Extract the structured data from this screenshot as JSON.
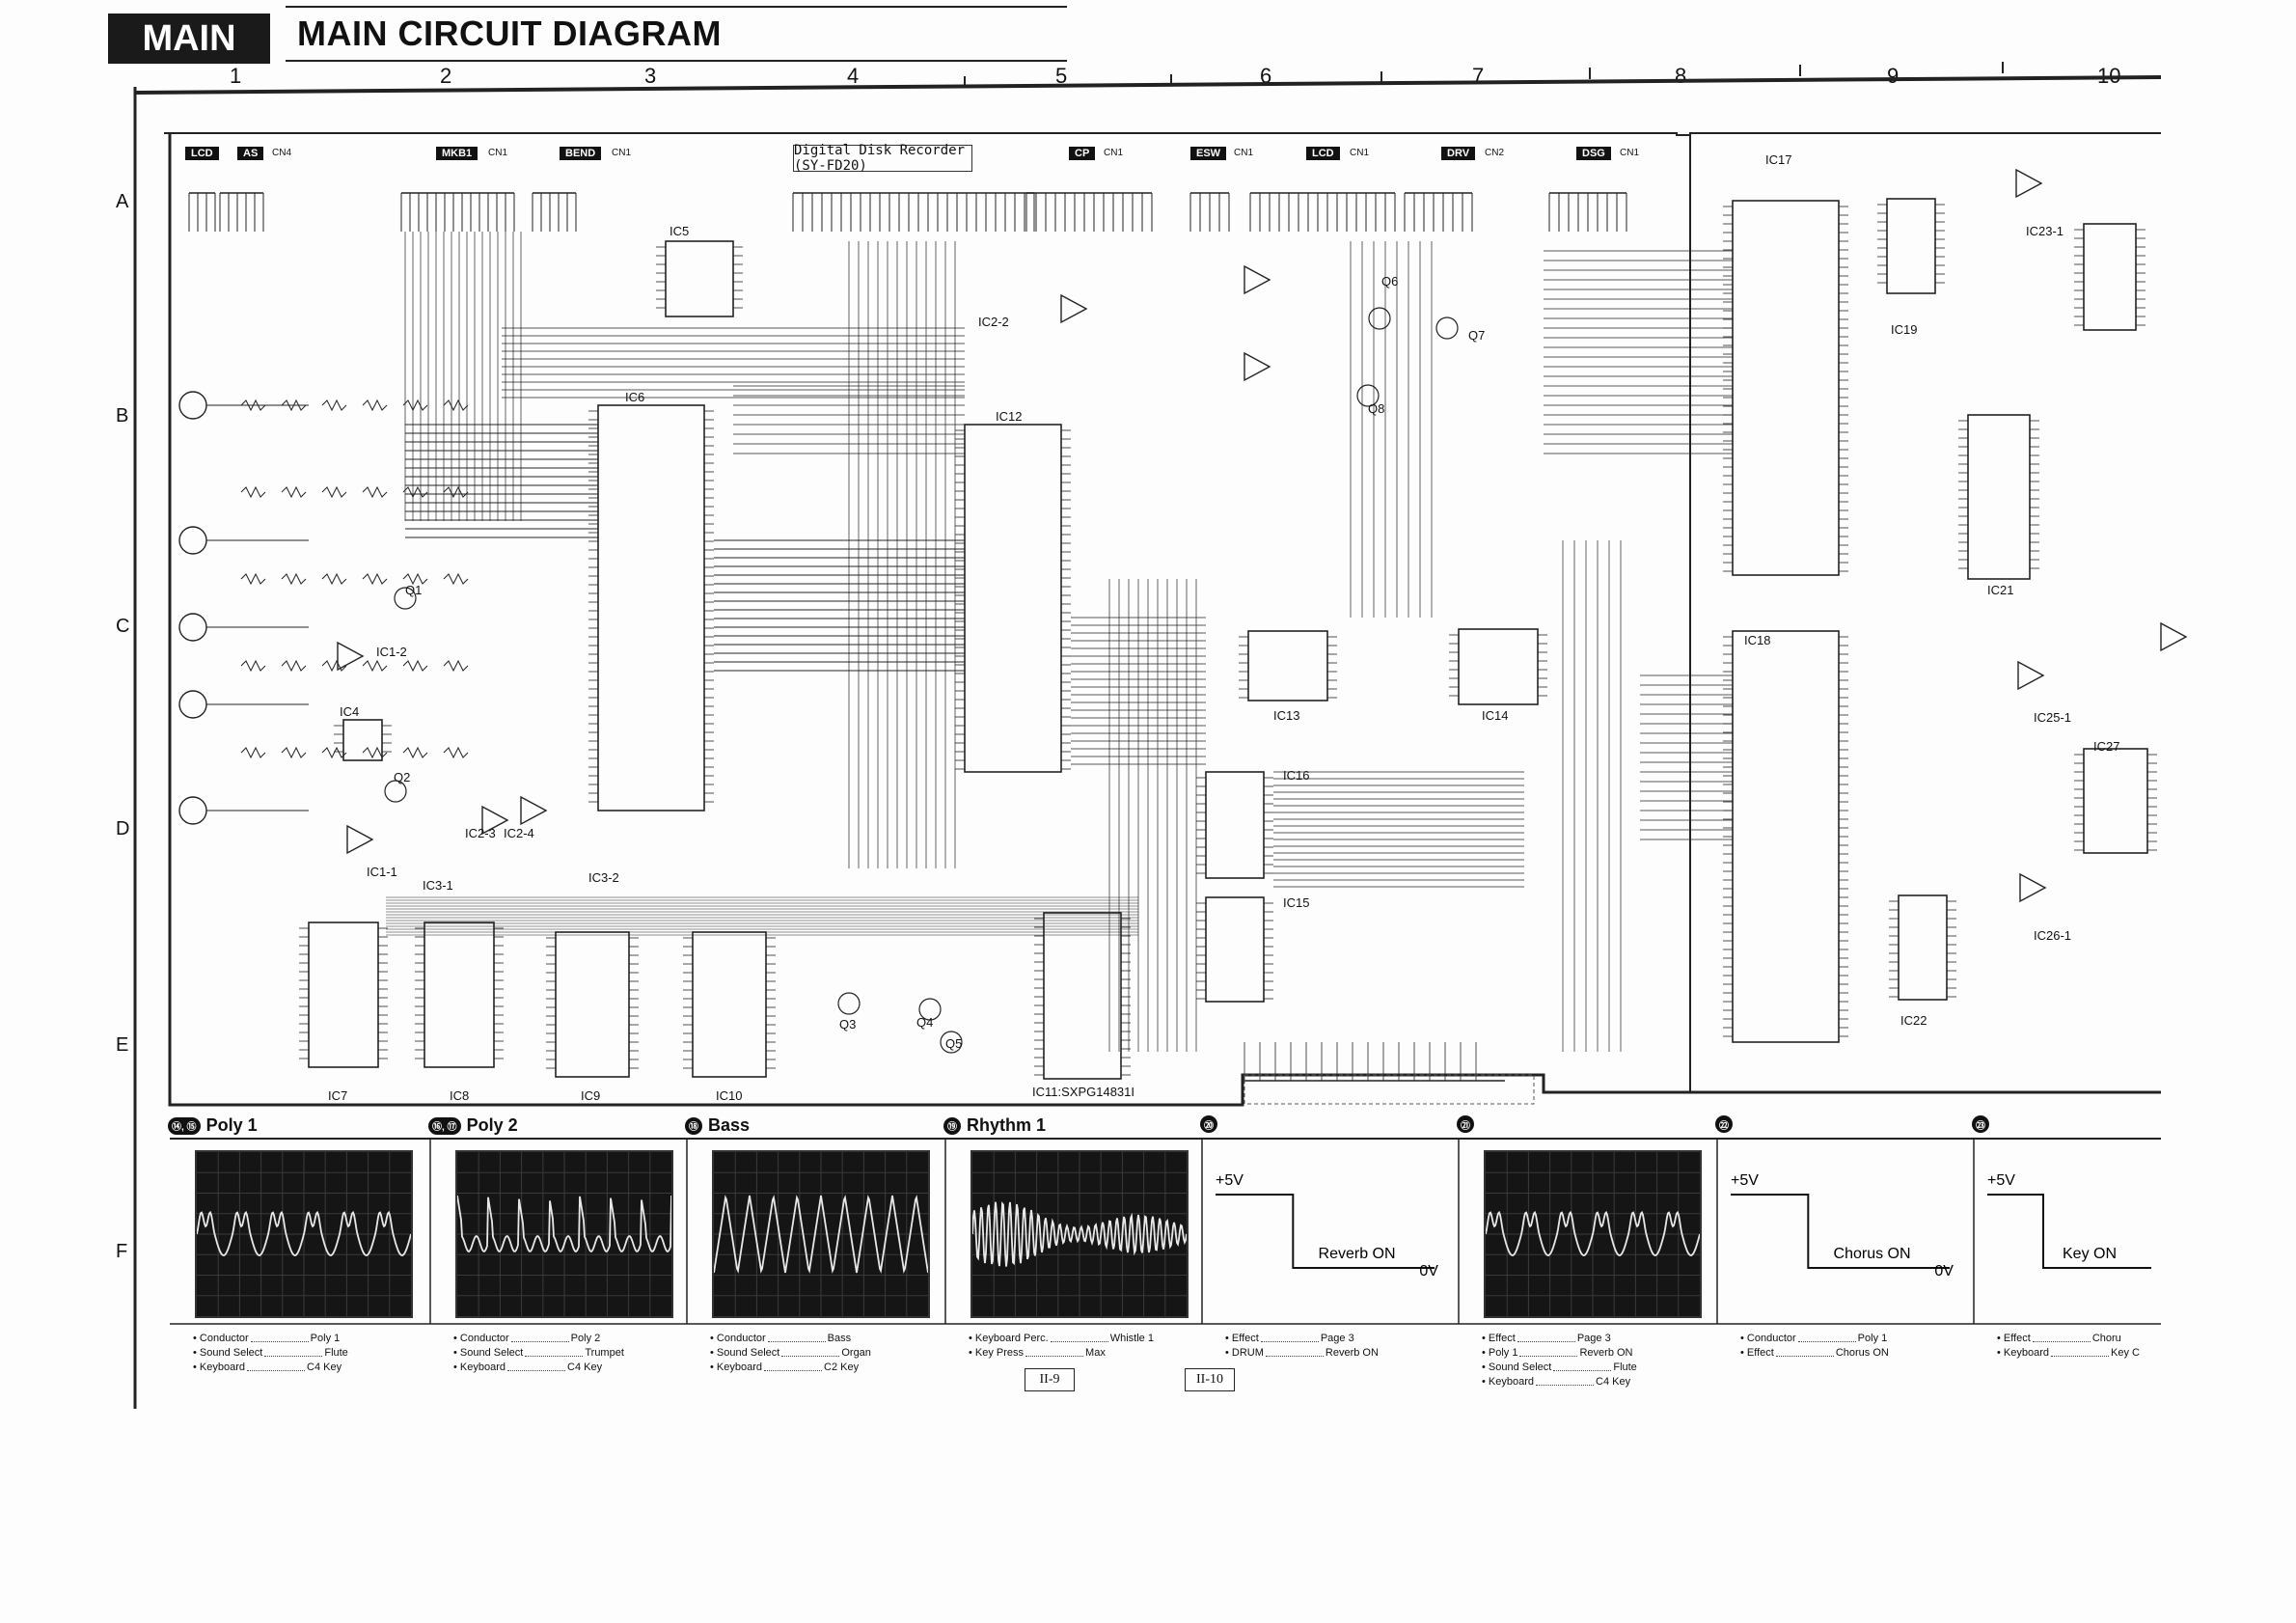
{
  "header": {
    "section_tag": "MAIN",
    "title": "MAIN CIRCUIT DIAGRAM"
  },
  "grid": {
    "columns": [
      "1",
      "2",
      "3",
      "4",
      "5",
      "6",
      "7",
      "8",
      "9",
      "10"
    ],
    "rows": [
      "A",
      "B",
      "C",
      "D",
      "E",
      "F"
    ]
  },
  "connectors": [
    {
      "tag": "LCD",
      "suffix": ""
    },
    {
      "tag": "AS",
      "suffix": "CN4"
    },
    {
      "tag": "MKB1",
      "suffix": "CN1"
    },
    {
      "tag": "BEND",
      "suffix": "CN1"
    },
    {
      "tag": "CP",
      "suffix": "CN1"
    },
    {
      "tag": "ESW",
      "suffix": "CN1"
    },
    {
      "tag": "LCD",
      "suffix": "CN1"
    },
    {
      "tag": "DRV",
      "suffix": "CN2"
    },
    {
      "tag": "DSG",
      "suffix": "CN1"
    }
  ],
  "recorder_label": "Digital Disk Recorder (SY-FD20)",
  "ic_labels": {
    "ic5": "IC5",
    "ic6": "IC6",
    "ic12": "IC12",
    "ic13": "IC13",
    "ic14": "IC14",
    "ic15": "IC15",
    "ic16": "IC16",
    "ic17": "IC17",
    "ic18": "IC18",
    "ic19": "IC19",
    "ic21": "IC21",
    "ic22": "IC22",
    "ic27": "IC27",
    "ic7": "IC7",
    "ic8": "IC8",
    "ic9": "IC9",
    "ic10": "IC10",
    "ic11": "IC11:SXPG14831I",
    "ic4": "IC4",
    "ic1_1": "IC1-1",
    "ic1_2": "IC1-2",
    "ic2_2": "IC2-2",
    "ic2_3": "IC2-3",
    "ic2_4": "IC2-4",
    "ic3_1": "IC3-1",
    "ic3_2": "IC3-2",
    "ic23_1": "IC23-1",
    "ic25_1": "IC25-1",
    "ic26_1": "IC26-1",
    "q1": "Q1",
    "q2": "Q2",
    "q3": "Q3",
    "q4": "Q4",
    "q5": "Q5",
    "q6": "Q6",
    "q7": "Q7",
    "q8": "Q8"
  },
  "scopes": [
    {
      "badge": "⑭, ⑮",
      "title": "Poly 1",
      "kind": "scope",
      "wave": "poly1",
      "conditions": [
        [
          "Conductor",
          "Poly 1"
        ],
        [
          "Sound Select",
          "Flute"
        ],
        [
          "Keyboard",
          "C4 Key"
        ]
      ]
    },
    {
      "badge": "⑯, ⑰",
      "title": "Poly 2",
      "kind": "scope",
      "wave": "poly2",
      "conditions": [
        [
          "Conductor",
          "Poly 2"
        ],
        [
          "Sound Select",
          "Trumpet"
        ],
        [
          "Keyboard",
          "C4 Key"
        ]
      ]
    },
    {
      "badge": "⑱",
      "title": "Bass",
      "kind": "scope",
      "wave": "bass",
      "conditions": [
        [
          "Conductor",
          "Bass"
        ],
        [
          "Sound Select",
          "Organ"
        ],
        [
          "Keyboard",
          "C2 Key"
        ]
      ]
    },
    {
      "badge": "⑲",
      "title": "Rhythm 1",
      "kind": "scope",
      "wave": "rhythm",
      "conditions": [
        [
          "Keyboard Perc.",
          "Whistle 1"
        ],
        [
          "Key Press",
          "Max"
        ]
      ]
    },
    {
      "badge": "⑳",
      "title": "",
      "kind": "step",
      "plus": "+5V",
      "step_label": "Reverb ON",
      "zero": "0V",
      "conditions": [
        [
          "Effect",
          "Page 3"
        ],
        [
          "DRUM",
          "Reverb ON"
        ]
      ]
    },
    {
      "badge": "㉑",
      "title": "",
      "kind": "scope",
      "wave": "poly1",
      "conditions": [
        [
          "Effect",
          "Page 3"
        ],
        [
          "Poly 1",
          "Reverb ON"
        ],
        [
          "Sound Select",
          "Flute"
        ],
        [
          "Keyboard",
          "C4 Key"
        ]
      ]
    },
    {
      "badge": "㉒",
      "title": "",
      "kind": "step",
      "plus": "+5V",
      "step_label": "Chorus ON",
      "zero": "0V",
      "conditions": [
        [
          "Conductor",
          "Poly 1"
        ],
        [
          "Effect",
          "Chorus ON"
        ]
      ]
    },
    {
      "badge": "㉓",
      "title": "",
      "kind": "step",
      "plus": "+5V",
      "step_label": "Key ON",
      "zero": "",
      "conditions": [
        [
          "Effect",
          "Choru"
        ],
        [
          "Keyboard",
          "Key C"
        ]
      ]
    }
  ],
  "page_numbers": [
    "II-9",
    "II-10"
  ]
}
